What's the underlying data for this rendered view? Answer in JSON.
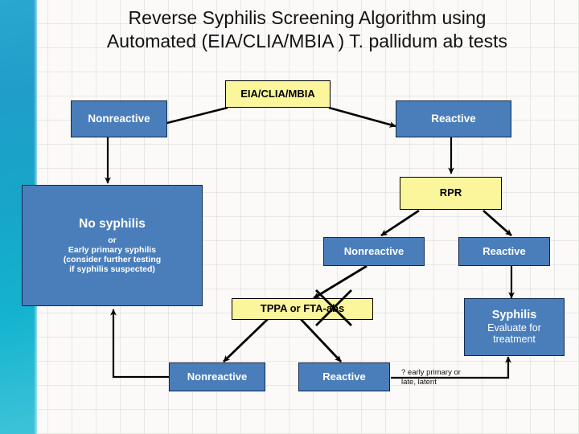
{
  "title": {
    "line1": "Reverse Syphilis Screening Algorithm using",
    "line2": "Automated (EIA/CLIA/MBIA ) T. pallidum ab tests"
  },
  "colors": {
    "blue_box": "#4a7ebb",
    "blue_border": "#12284d",
    "yellow_box": "#fbf59b",
    "yellow_border": "#000000",
    "band_teal": "#17a6c9",
    "page_background": "#fbfaf8",
    "arrow": "#000000",
    "text_light": "#ffffff",
    "text_dark": "#111111"
  },
  "nodes": {
    "eia": {
      "label": "EIA/CLIA/MBIA",
      "type": "test"
    },
    "eia_nonreactive": {
      "label": "Nonreactive",
      "type": "result"
    },
    "eia_reactive": {
      "label": "Reactive",
      "type": "result"
    },
    "no_syphilis": {
      "heading": "No syphilis",
      "or": "or",
      "line1": "Early primary syphilis",
      "line2": "(consider further testing",
      "line3": "if syphilis suspected)",
      "type": "outcome"
    },
    "rpr": {
      "label": "RPR",
      "type": "test"
    },
    "rpr_nonreactive": {
      "label": "Nonreactive",
      "type": "result"
    },
    "rpr_reactive": {
      "label": "Reactive",
      "type": "result"
    },
    "tppa": {
      "label": "TPPA or FTA-abs",
      "type": "test"
    },
    "syphilis": {
      "heading": "Syphilis",
      "line1": "Evaluate for",
      "line2": "treatment",
      "type": "outcome"
    },
    "tppa_nonreactive": {
      "label": "Nonreactive",
      "type": "result"
    },
    "tppa_reactive": {
      "label": "Reactive",
      "type": "result"
    }
  },
  "annotations": {
    "early_primary": {
      "line1": "? early primary or",
      "line2": "late, latent"
    }
  }
}
